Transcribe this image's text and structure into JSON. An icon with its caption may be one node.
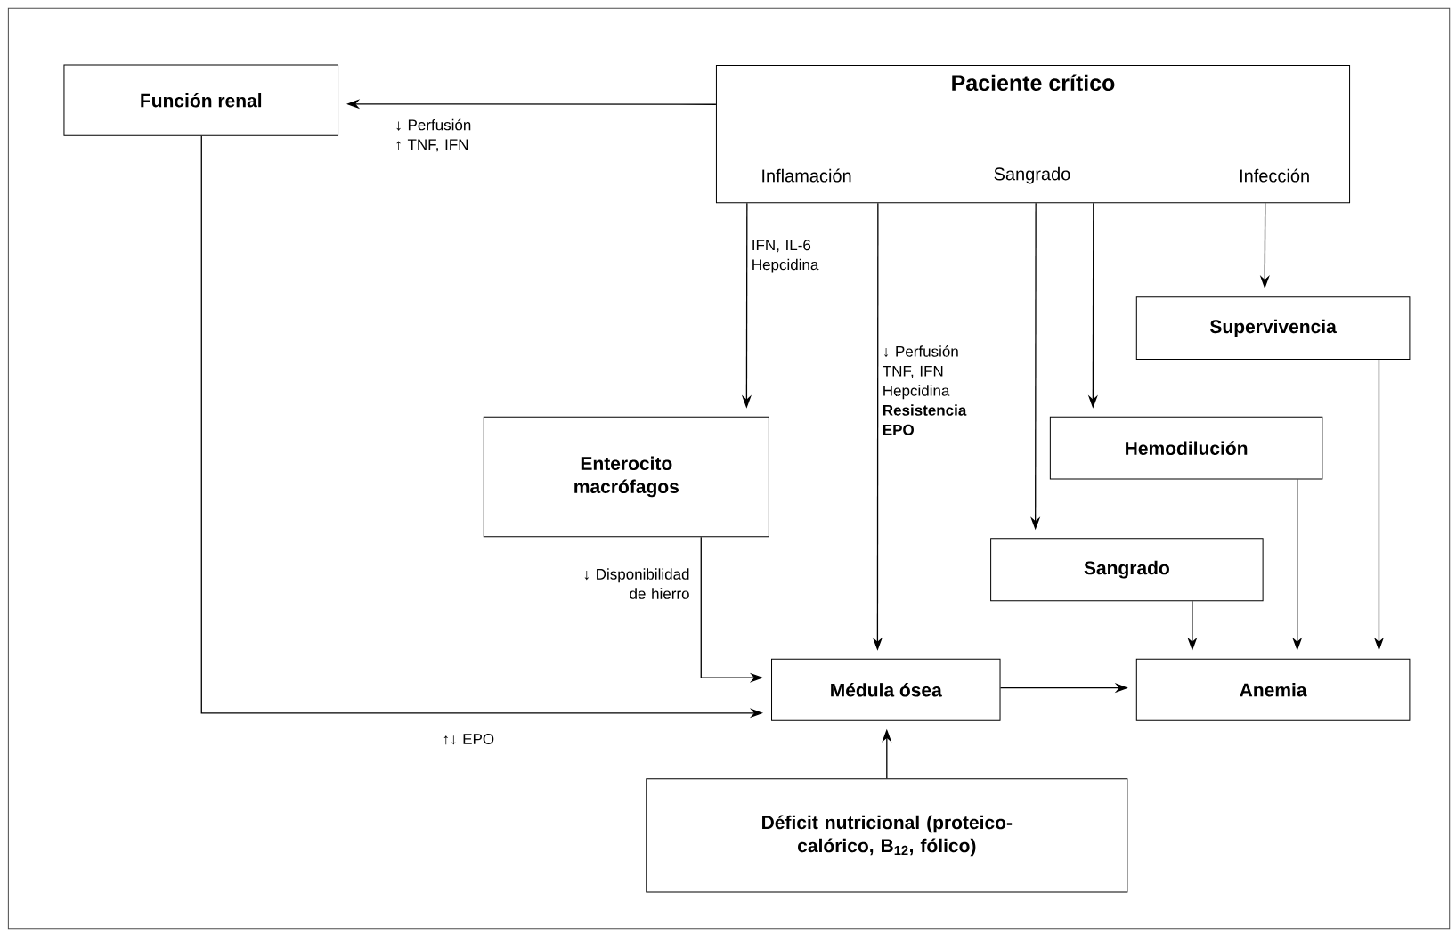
{
  "diagram": {
    "nodes": [
      {
        "text": [
          "Paciente crítico"
        ]
      },
      {
        "text": [
          "Inflamación"
        ],
        "in": 0
      },
      {
        "text": [
          "Sangrado"
        ],
        "in": 0
      },
      {
        "text": [
          "Infección"
        ],
        "in": 0
      },
      {
        "text": [
          "Función renal"
        ]
      },
      {
        "text": [
          "Supervivencia"
        ]
      },
      {
        "text": [
          "Enterocito macrófagos"
        ]
      },
      {
        "text": [
          "Hemodilución"
        ]
      },
      {
        "text": [
          "Sangrado"
        ]
      },
      {
        "text": [
          "Médula ósea"
        ]
      },
      {
        "text": [
          "Anemia"
        ]
      },
      {
        "text": [
          "Déficit nutricional (proteico-calórico, B$_{12}$, fólico)"
        ]
      }
    ],
    "edges": [
      {
        "from": 0,
        "to": 4,
        "arrow": "to",
        "label": "↓ Perfusión ↑ TNF, IFN"
      },
      {
        "from": 1,
        "to": 6,
        "arrow": "to",
        "label": "IFN, IL-6 Hepcidina"
      },
      {
        "from": 1,
        "to": 9,
        "arrow": "to",
        "label": "↓ Perfusión TNF, IFN Hepcidina **Resistencia EPO**"
      },
      {
        "from": 2,
        "to": 8,
        "arrow": "to"
      },
      {
        "from": 2,
        "to": 7,
        "arrow": "to"
      },
      {
        "from": 3,
        "to": 5,
        "arrow": "to"
      },
      {
        "from": 5,
        "to": 10,
        "arrow": "to"
      },
      {
        "from": 7,
        "to": 10,
        "arrow": "to"
      },
      {
        "from": 8,
        "to": 10,
        "arrow": "to"
      },
      {
        "from": 6,
        "to": 9,
        "arrow": "to",
        "label": "↓ Disponibilidad de hierro"
      },
      {
        "from": 4,
        "to": 9,
        "arrow": "to",
        "label": "↑↓ EPO"
      },
      {
        "from": 9,
        "to": 10,
        "arrow": "to"
      },
      {
        "from": 11,
        "to": 9,
        "arrow": "to"
      }
    ]
  }
}
